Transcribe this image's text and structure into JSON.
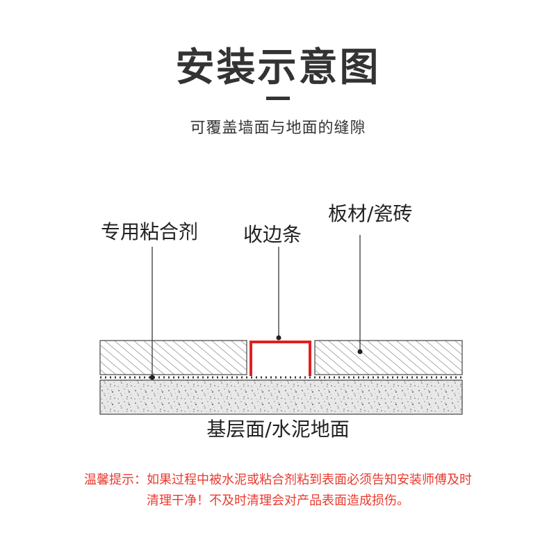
{
  "header": {
    "title": "安装示意图",
    "subtitle": "可覆盖墙面与地面的缝隙"
  },
  "diagram": {
    "labels": {
      "adhesive": "专用粘合剂",
      "edge_strip": "收边条",
      "panel_tile": "板材/瓷砖",
      "base_floor": "基层面/水泥地面"
    },
    "colors": {
      "edge_strip": "#e02020",
      "line": "#444444",
      "hatch": "#666666",
      "concrete_fill": "#e6e6e6"
    }
  },
  "notice": {
    "line1": "温馨提示：如果过程中被水泥或粘合剂粘到表面必须告知安装师傅及时",
    "line2": "清理干净！不及时清理会对产品表面造成损伤。"
  }
}
